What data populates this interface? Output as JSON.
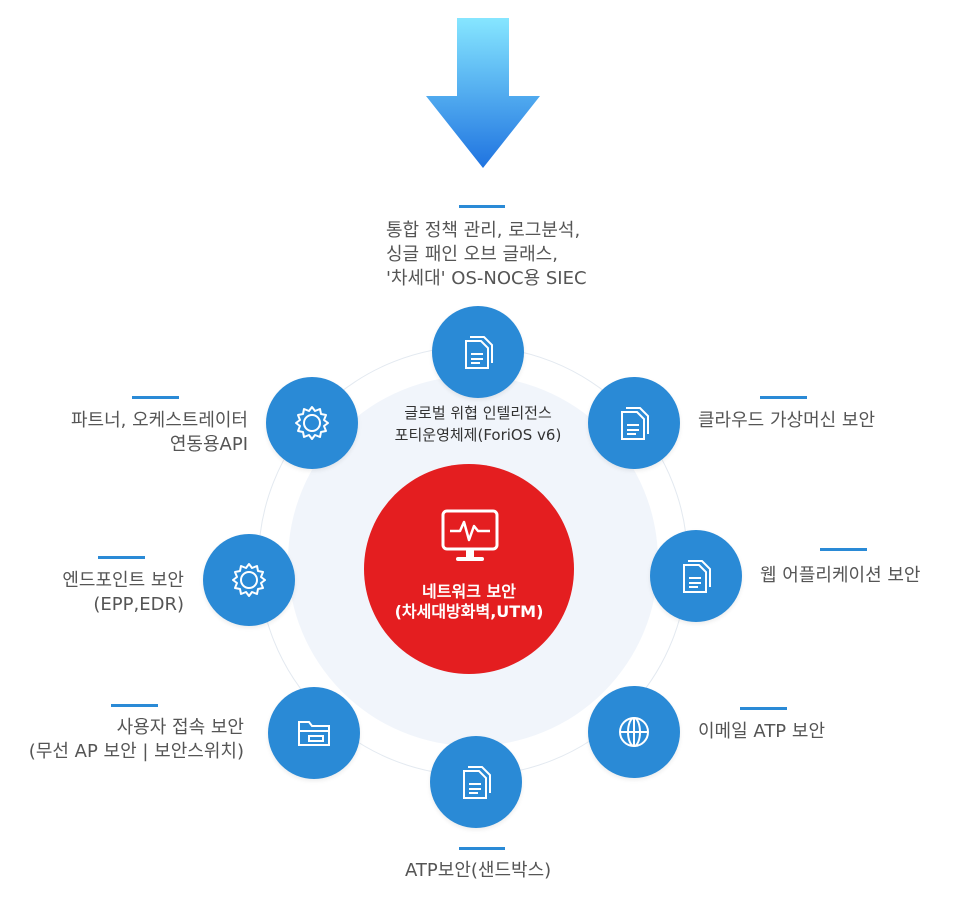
{
  "center": {
    "caption_lines": [
      "글로벌 위협 인텔리전스",
      "포티운영체제(ForiOS v6)"
    ],
    "core_lines": [
      "네트워크 보안",
      "(차세대방화벽,UTM)"
    ],
    "core_icon": "monitor-pulse-icon"
  },
  "nodes": [
    {
      "id": "top",
      "icon": "document-icon",
      "lines": [
        "통합 정책 관리, 로그분석,",
        "싱글 패인 오브 글래스,",
        "'차세대' OS-NOC용 SIEC"
      ]
    },
    {
      "id": "cloud",
      "icon": "document-icon",
      "lines": [
        "클라우드 가상머신 보안"
      ]
    },
    {
      "id": "webapp",
      "icon": "document-icon",
      "lines": [
        "웹 어플리케이션 보안"
      ]
    },
    {
      "id": "email",
      "icon": "globe-icon",
      "lines": [
        "이메일 ATP 보안"
      ]
    },
    {
      "id": "sandbox",
      "icon": "document-icon",
      "lines": [
        "ATP보안(샌드박스)"
      ]
    },
    {
      "id": "access",
      "icon": "folder-icon",
      "lines": [
        "사용자 접속 보안",
        "(무선 AP 보안 | 보안스위치)"
      ]
    },
    {
      "id": "endpoint",
      "icon": "gear-icon",
      "lines": [
        "엔드포인트 보안",
        "(EPP,EDR)"
      ]
    },
    {
      "id": "partner",
      "icon": "gear-icon",
      "lines": [
        "파트너, 오케스트레이터",
        "연동용API"
      ]
    }
  ],
  "colors": {
    "accent": "#2a8ad6",
    "core": "#e41e20",
    "arrow_top": "#86e6ff",
    "arrow_bottom": "#1f73e0"
  }
}
